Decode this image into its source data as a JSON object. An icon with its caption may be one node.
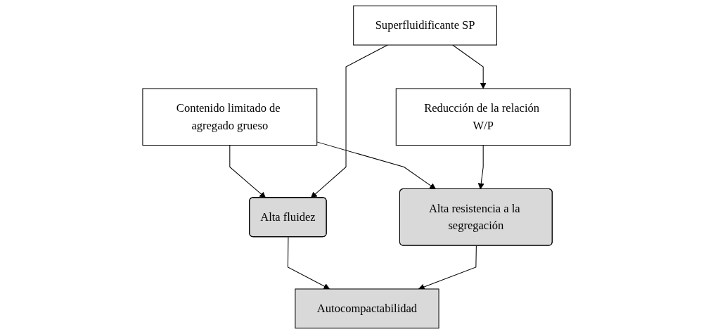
{
  "diagram": {
    "nodes": [
      {
        "text": [
          "Contenido limitado de agregado grueso"
        ]
      },
      {
        "text": [
          "Superfluidificante SP"
        ]
      },
      {
        "text": [
          "Reducción de la relación W/P"
        ]
      },
      {
        "text": [
          "Alta fluidez"
        ]
      },
      {
        "text": [
          "Alta resistencia a la segregación"
        ]
      },
      {
        "text": [
          "Autocompactabilidad"
        ]
      }
    ],
    "edges": [
      {
        "from": 1,
        "to": 2,
        "arrow": "to"
      },
      {
        "from": 0,
        "to": 3,
        "arrow": "to"
      },
      {
        "from": 0,
        "to": 4,
        "arrow": "to"
      },
      {
        "from": 1,
        "to": 3,
        "arrow": "to"
      },
      {
        "from": 2,
        "to": 4,
        "arrow": "to"
      },
      {
        "from": 3,
        "to": 5,
        "arrow": "to"
      },
      {
        "from": 4,
        "to": 5,
        "arrow": "to"
      }
    ]
  }
}
